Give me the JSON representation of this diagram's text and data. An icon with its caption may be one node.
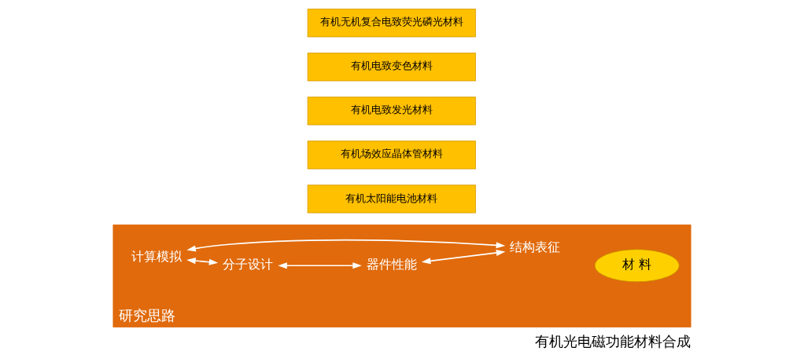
{
  "diagram": {
    "caption": "有机光电磁功能材料合成",
    "nodes": [
      {
        "text": [
          "有机无机复合电致荧光磷光材料"
        ]
      },
      {
        "text": [
          "有机电致变色材料"
        ]
      },
      {
        "text": [
          "有机电致发光材料"
        ]
      },
      {
        "text": [
          "有机场效应晶体管材料"
        ]
      },
      {
        "text": [
          "有机太阳能电池材料"
        ]
      },
      {
        "text": [
          "研究思路"
        ]
      },
      {
        "text": [
          "计算模拟"
        ],
        "in": 5
      },
      {
        "text": [
          "结构表征"
        ],
        "in": 5
      },
      {
        "text": [
          "材 料"
        ],
        "in": 5
      },
      {
        "text": [
          "分子设计"
        ],
        "in": 5
      },
      {
        "text": [
          "器件性能"
        ],
        "in": 5
      }
    ],
    "edges": [
      {
        "from": 7,
        "to": 6,
        "arrow": "both"
      },
      {
        "from": 6,
        "to": 9,
        "arrow": "both"
      },
      {
        "from": 9,
        "to": 10,
        "arrow": "both"
      },
      {
        "from": 10,
        "to": 7,
        "arrow": "both"
      }
    ]
  }
}
